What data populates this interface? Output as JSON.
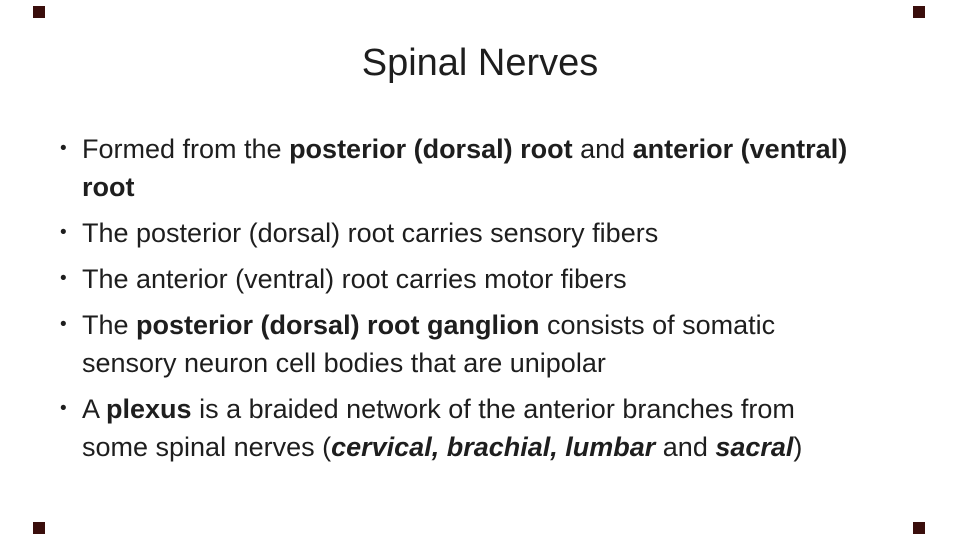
{
  "slide": {
    "title": "Spinal Nerves",
    "bullet_char": "•",
    "bullets": [
      {
        "segments": [
          {
            "t": "Formed from the "
          },
          {
            "t": "posterior (dorsal) root",
            "b": true
          },
          {
            "t": " and "
          },
          {
            "t": "anterior (ventral)",
            "b": true
          },
          {
            "br": true
          },
          {
            "t": "root",
            "b": true
          }
        ]
      },
      {
        "segments": [
          {
            "t": "The posterior (dorsal) root carries sensory fibers"
          }
        ]
      },
      {
        "segments": [
          {
            "t": "The anterior (ventral) root carries motor fibers"
          }
        ]
      },
      {
        "segments": [
          {
            "t": "The "
          },
          {
            "t": "posterior (dorsal) root ganglion",
            "b": true
          },
          {
            "t": " consists of somatic"
          },
          {
            "br": true
          },
          {
            "t": "sensory neuron cell bodies that are unipolar"
          }
        ]
      },
      {
        "segments": [
          {
            "t": "A "
          },
          {
            "t": "plexus",
            "b": true
          },
          {
            "t": " is a braided network of the anterior branches from"
          },
          {
            "br": true
          },
          {
            "t": "some spinal nerves ("
          },
          {
            "t": "cervical, brachial, lumbar",
            "b": true,
            "i": true
          },
          {
            "t": " and "
          },
          {
            "t": "sacral",
            "b": true,
            "i": true
          },
          {
            "t": ")"
          }
        ]
      }
    ]
  },
  "decorations": {
    "corner_squares": [
      "top-left",
      "top-right",
      "bottom-left",
      "bottom-right"
    ]
  },
  "colors": {
    "background": "#ffffff",
    "text": "#1e1e1e",
    "corner_mark": "#3a0e0c"
  }
}
